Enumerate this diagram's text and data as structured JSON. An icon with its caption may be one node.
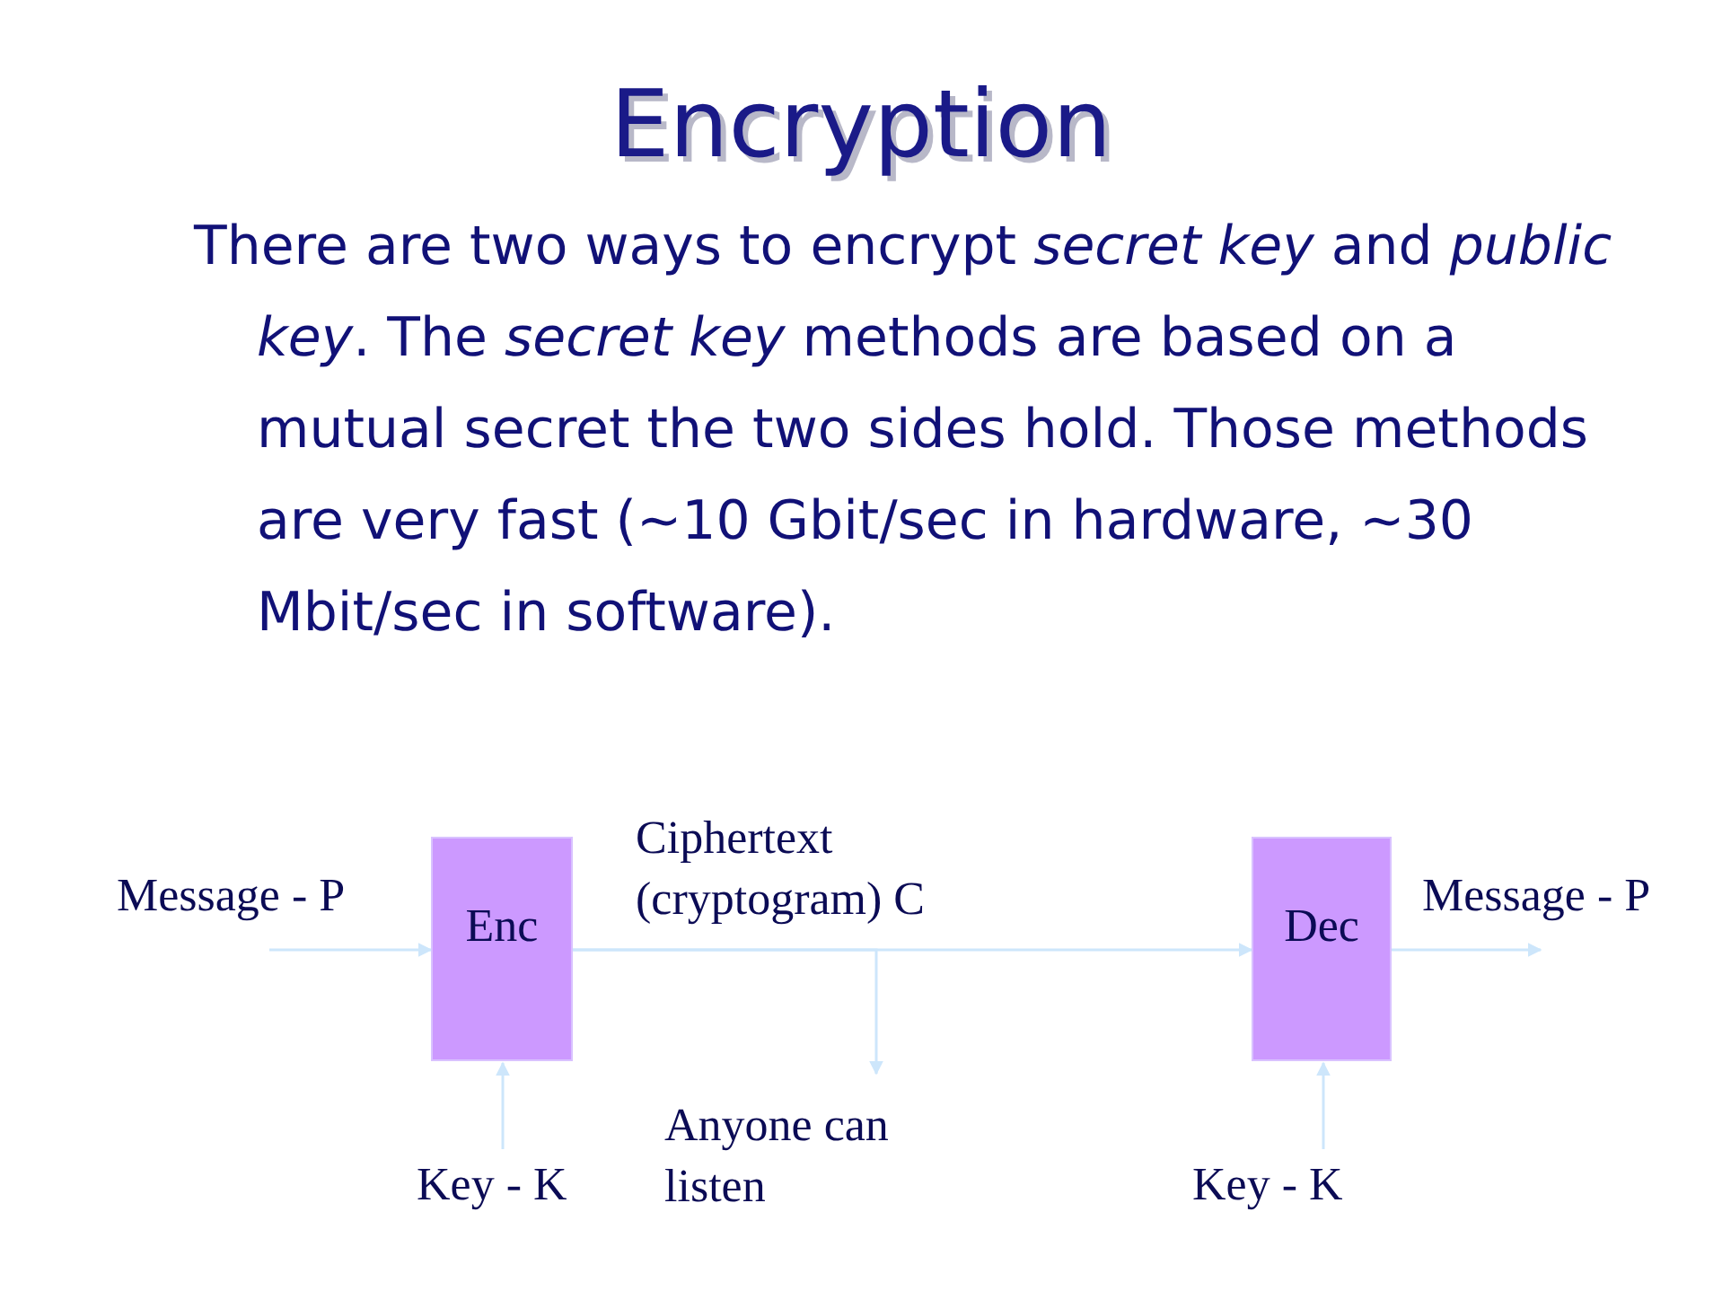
{
  "diagram": {
    "title": "Encryption",
    "nodes": [
      {
        "text": [
          "Message - P"
        ]
      },
      {
        "text": [
          "Enc"
        ]
      },
      {
        "text": [
          "Dec"
        ]
      },
      {
        "text": [
          "Key - K"
        ]
      },
      {
        "text": [
          "Key - K"
        ]
      },
      {
        "text": [
          "Anyone can listen"
        ]
      },
      {
        "text": [
          "Message - P"
        ]
      }
    ],
    "edges": [
      {
        "from": 0,
        "to": 1,
        "arrow": "to"
      },
      {
        "from": 1,
        "to": 2,
        "arrow": "to",
        "label": "Ciphertext (cryptogram) C"
      },
      {
        "from": 2,
        "to": 6,
        "arrow": "to"
      },
      {
        "from": 3,
        "to": 1,
        "arrow": "to"
      },
      {
        "from": 4,
        "to": 2,
        "arrow": "to"
      },
      {
        "from": 1,
        "to": 5,
        "arrow": "to"
      }
    ],
    "labels": [
      "There are two ways to encrypt *secret key* and *public key*. The *secret key* methods are based on a mutual secret the two sides hold. Those methods are very fast (~10 Gbit/sec in hardware, ~30 Mbit/sec in software)."
    ]
  }
}
